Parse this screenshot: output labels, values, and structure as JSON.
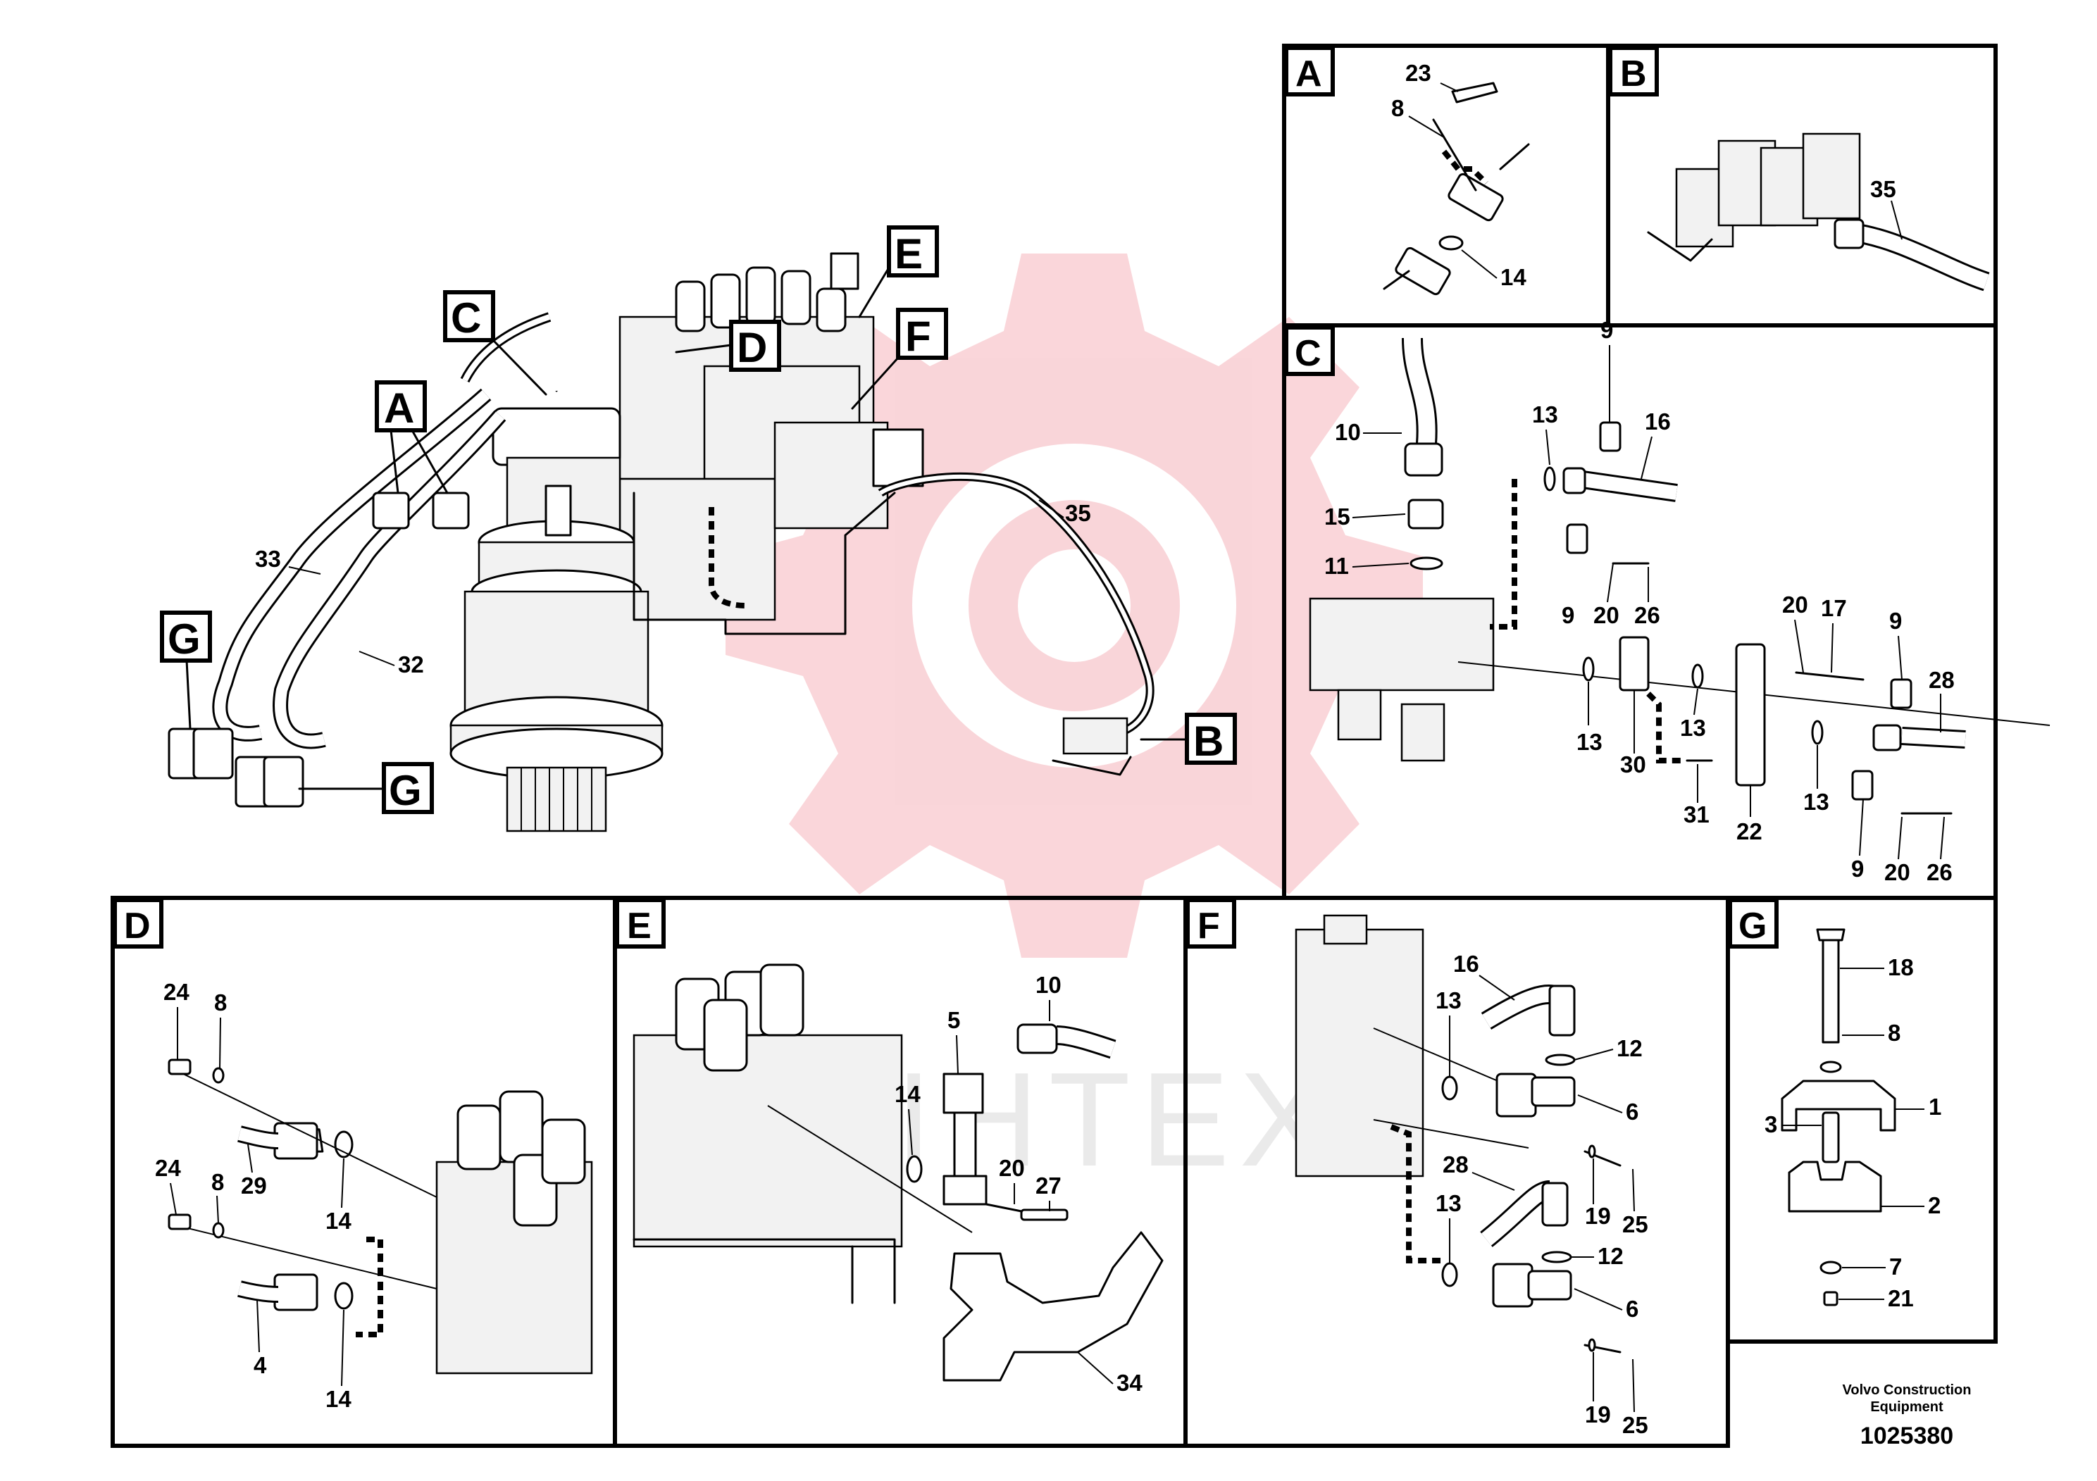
{
  "diagram": {
    "panel_letters": [
      "A",
      "B",
      "C",
      "D",
      "E",
      "F",
      "G"
    ],
    "main_callouts": {
      "A": "A",
      "B": "B",
      "C": "C",
      "D": "D",
      "E": "E",
      "F": "F",
      "G": "G"
    },
    "main_part_labels": {
      "p33": "33",
      "p32": "32",
      "p35": "35"
    },
    "panel_A_labels": {
      "p23": "23",
      "p8": "8",
      "p14": "14"
    },
    "panel_B_labels": {
      "p35": "35"
    },
    "panel_C_labels": {
      "p10": "10",
      "p15": "15",
      "p11": "11",
      "p13a": "13",
      "p9a": "9",
      "p16": "16",
      "p9b": "9",
      "p20a": "20",
      "p26a": "26",
      "p20b": "20",
      "p17": "17",
      "p9c": "9",
      "p28": "28",
      "p13b": "13",
      "p30": "30",
      "p13c": "13",
      "p31": "31",
      "p22": "22",
      "p13d": "13",
      "p9d": "9",
      "p20c": "20",
      "p26b": "26"
    },
    "panel_D_labels": {
      "p24a": "24",
      "p8a": "8",
      "p29": "29",
      "p14a": "14",
      "p24b": "24",
      "p8b": "8",
      "p4": "4",
      "p14b": "14"
    },
    "panel_E_labels": {
      "p5": "5",
      "p10": "10",
      "p14": "14",
      "p20": "20",
      "p27": "27",
      "p34": "34"
    },
    "panel_F_labels": {
      "p16": "16",
      "p13a": "13",
      "p12a": "12",
      "p6a": "6",
      "p19a": "19",
      "p25a": "25",
      "p28": "28",
      "p13b": "13",
      "p12b": "12",
      "p6b": "6",
      "p19b": "19",
      "p25b": "25"
    },
    "panel_G_labels": {
      "p18": "18",
      "p8": "8",
      "p1": "1",
      "p3": "3",
      "p2": "2",
      "p7": "7",
      "p21": "21"
    },
    "watermark": "VIHTEX",
    "manufacturer": "Volvo Construction Equipment",
    "document_number": "1025380"
  }
}
